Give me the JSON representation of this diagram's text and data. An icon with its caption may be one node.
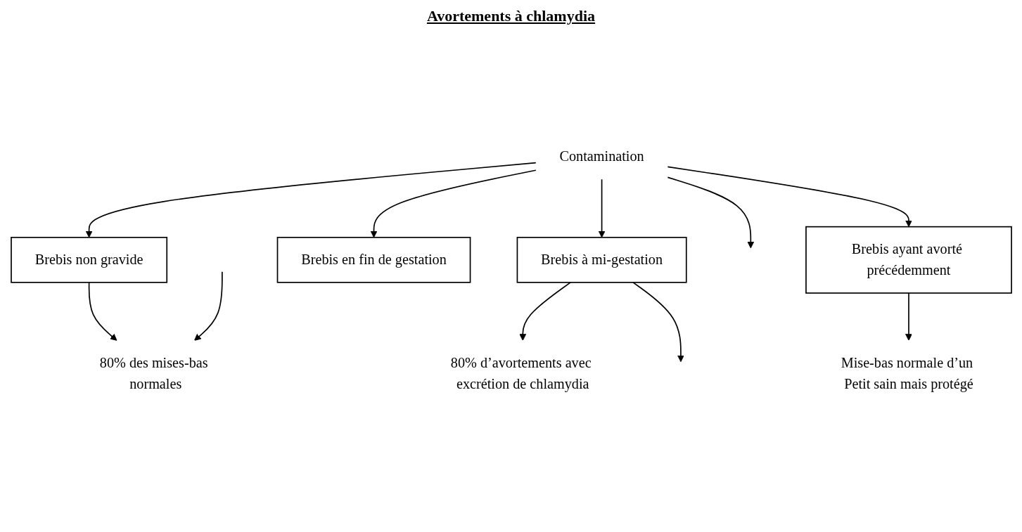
{
  "diagram": {
    "title": "Avortements à chlamydia",
    "nodes": [
      {
        "text": [
          "Contamination"
        ]
      },
      {
        "text": [
          "Brebis non gravide"
        ]
      },
      {
        "text": [
          "Brebis à mi-gestation"
        ]
      },
      {
        "text": [
          "Brebis en fin de gestation"
        ]
      },
      {
        "text": [
          "Brebis ayant avorté précédemment"
        ]
      },
      {
        "text": [
          "80% des mises-bas normales"
        ]
      },
      {
        "text": [
          "80% d’avortements avec excrétion de chlamydia"
        ]
      },
      {
        "text": [
          "Mise-bas normale d’un Petit sain mais protégé"
        ]
      }
    ],
    "edges": [
      {
        "from": 0,
        "to": 1,
        "arrow": "to"
      },
      {
        "from": 0,
        "to": 2,
        "arrow": "to"
      },
      {
        "from": 0,
        "to": 3,
        "arrow": "to"
      },
      {
        "from": 0,
        "to": 4,
        "arrow": "to"
      },
      {
        "from": 0,
        "to": null,
        "arrow": "to"
      },
      {
        "from": 1,
        "to": 5,
        "arrow": "to"
      },
      {
        "from": null,
        "to": 5,
        "arrow": "to"
      },
      {
        "from": 2,
        "to": 6,
        "arrow": "to"
      },
      {
        "from": 2,
        "to": null,
        "arrow": "to"
      },
      {
        "from": 4,
        "to": 7,
        "arrow": "to"
      }
    ]
  }
}
